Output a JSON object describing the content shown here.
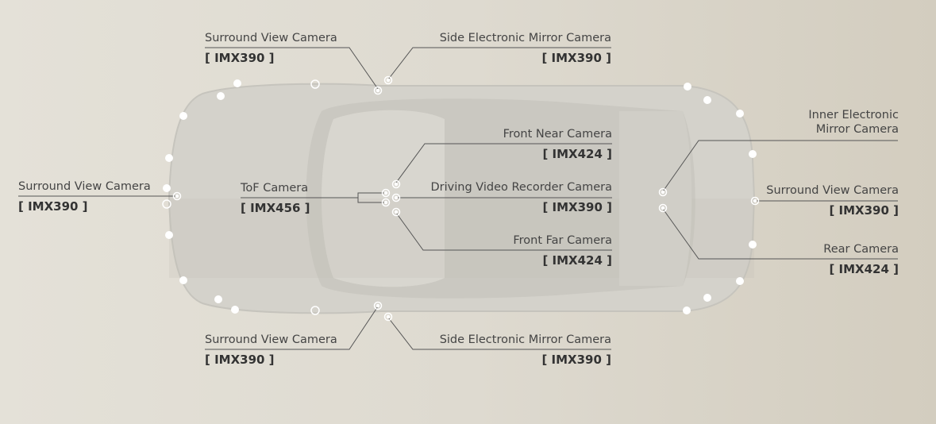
{
  "colors": {
    "background": "#e0ddd3",
    "car": "#cfcdc6",
    "line": "#555555",
    "marker": "#ffffff"
  },
  "labels": {
    "top_left": {
      "name": "Surround View Camera",
      "model": "[ IMX390 ]"
    },
    "top_right": {
      "name": "Side Electronic Mirror Camera",
      "model": "[ IMX390 ]"
    },
    "front_near": {
      "name": "Front Near Camera",
      "model": "[ IMX424 ]"
    },
    "tof": {
      "name": "ToF Camera",
      "model": "[ IMX456 ]"
    },
    "driving": {
      "name": "Driving Video Recorder Camera",
      "model": "[ IMX390 ]"
    },
    "front_far": {
      "name": "Front Far Camera",
      "model": "[ IMX424 ]"
    },
    "left": {
      "name": "Surround View Camera",
      "model": "[ IMX390 ]"
    },
    "inner": {
      "name": "Inner Electronic",
      "name2": "Mirror Camera"
    },
    "right": {
      "name": "Surround View Camera",
      "model": "[ IMX390 ]"
    },
    "rear": {
      "name": "Rear Camera",
      "model": "[ IMX424 ]"
    },
    "bottom_left": {
      "name": "Surround View Camera",
      "model": "[ IMX390 ]"
    },
    "bottom_right": {
      "name": "Side Electronic Mirror Camera",
      "model": "[ IMX390 ]"
    }
  }
}
